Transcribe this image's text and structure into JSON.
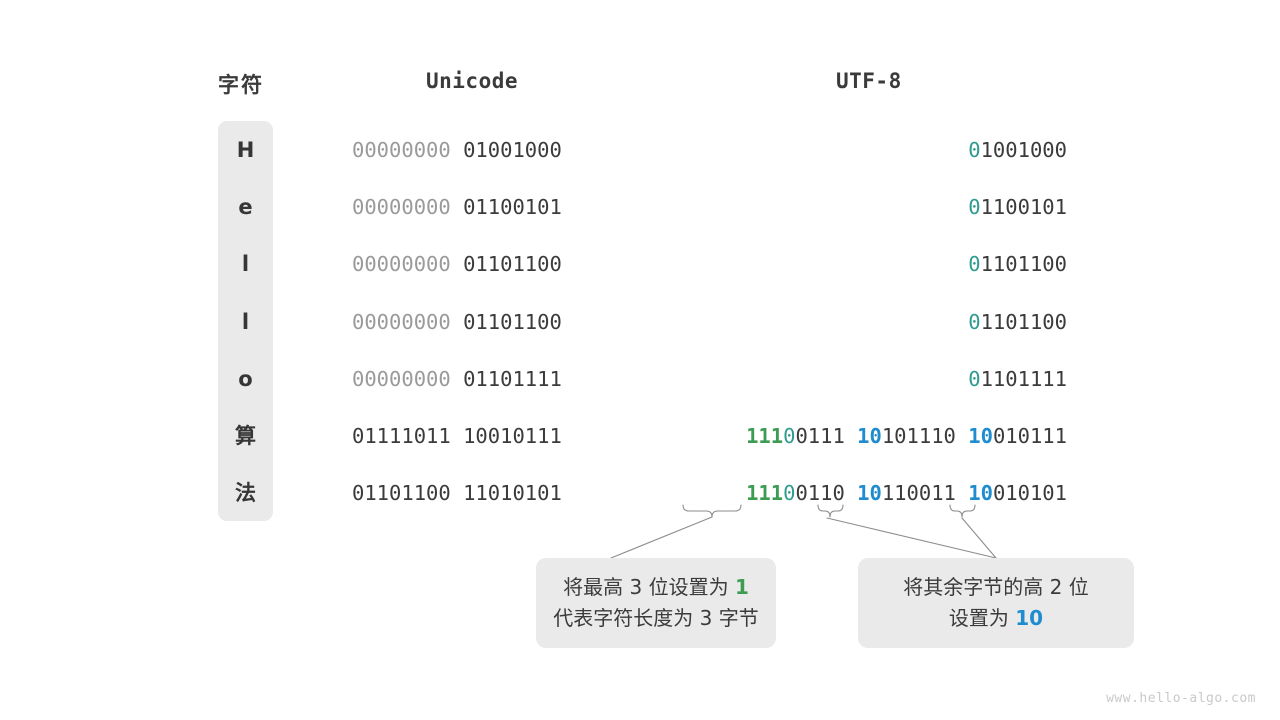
{
  "headers": {
    "char": "字符",
    "unicode": "Unicode",
    "utf8": "UTF-8"
  },
  "rows": [
    {
      "char": "H",
      "unicode_high": "00000000",
      "unicode_low": "01001000",
      "utf8_segments": [
        {
          "prefix": "0",
          "prefix_color": "teal",
          "rest": "1001000"
        }
      ]
    },
    {
      "char": "e",
      "unicode_high": "00000000",
      "unicode_low": "01100101",
      "utf8_segments": [
        {
          "prefix": "0",
          "prefix_color": "teal",
          "rest": "1100101"
        }
      ]
    },
    {
      "char": "l",
      "unicode_high": "00000000",
      "unicode_low": "01101100",
      "utf8_segments": [
        {
          "prefix": "0",
          "prefix_color": "teal",
          "rest": "1101100"
        }
      ]
    },
    {
      "char": "l",
      "unicode_high": "00000000",
      "unicode_low": "01101100",
      "utf8_segments": [
        {
          "prefix": "0",
          "prefix_color": "teal",
          "rest": "1101100"
        }
      ]
    },
    {
      "char": "o",
      "unicode_high": "00000000",
      "unicode_low": "01101111",
      "utf8_segments": [
        {
          "prefix": "0",
          "prefix_color": "teal",
          "rest": "1101111"
        }
      ]
    },
    {
      "char": "算",
      "unicode_high": "01111011",
      "unicode_low": "10010111",
      "utf8_segments": [
        {
          "prefix": "111",
          "prefix_color": "green",
          "mid": "0",
          "mid_color": "teal",
          "rest": "0111"
        },
        {
          "prefix": "10",
          "prefix_color": "blue",
          "rest": "101110"
        },
        {
          "prefix": "10",
          "prefix_color": "blue",
          "rest": "010111"
        }
      ]
    },
    {
      "char": "法",
      "unicode_high": "01101100",
      "unicode_low": "11010101",
      "utf8_segments": [
        {
          "prefix": "111",
          "prefix_color": "green",
          "mid": "0",
          "mid_color": "teal",
          "rest": "0110"
        },
        {
          "prefix": "10",
          "prefix_color": "blue",
          "rest": "110011"
        },
        {
          "prefix": "10",
          "prefix_color": "blue",
          "rest": "010101"
        }
      ]
    }
  ],
  "callouts": [
    {
      "id": "callout-1",
      "line1_before": "将最高 3 位设置为 ",
      "line1_key": "1",
      "line1_key_color": "green",
      "line1_after": "",
      "line2_before": "代表字符长度为 3 字节",
      "line2_key": "",
      "line2_key_color": "",
      "line2_after": ""
    },
    {
      "id": "callout-2",
      "line1_before": "将其余字节的高 2 位",
      "line1_key": "",
      "line1_key_color": "",
      "line1_after": "",
      "line2_before": "设置为 ",
      "line2_key": "10",
      "line2_key_color": "blue",
      "line2_after": ""
    }
  ],
  "colors": {
    "green": "#3c9c53",
    "teal": "#2e9c8e",
    "blue": "#1f8ccf",
    "panel_gray": "#eaeaea",
    "text_dark": "#3b3b3b",
    "text_dim": "#9a9a9a",
    "watermark": "#c9c9c9"
  },
  "watermark": "www.hello-algo.com"
}
